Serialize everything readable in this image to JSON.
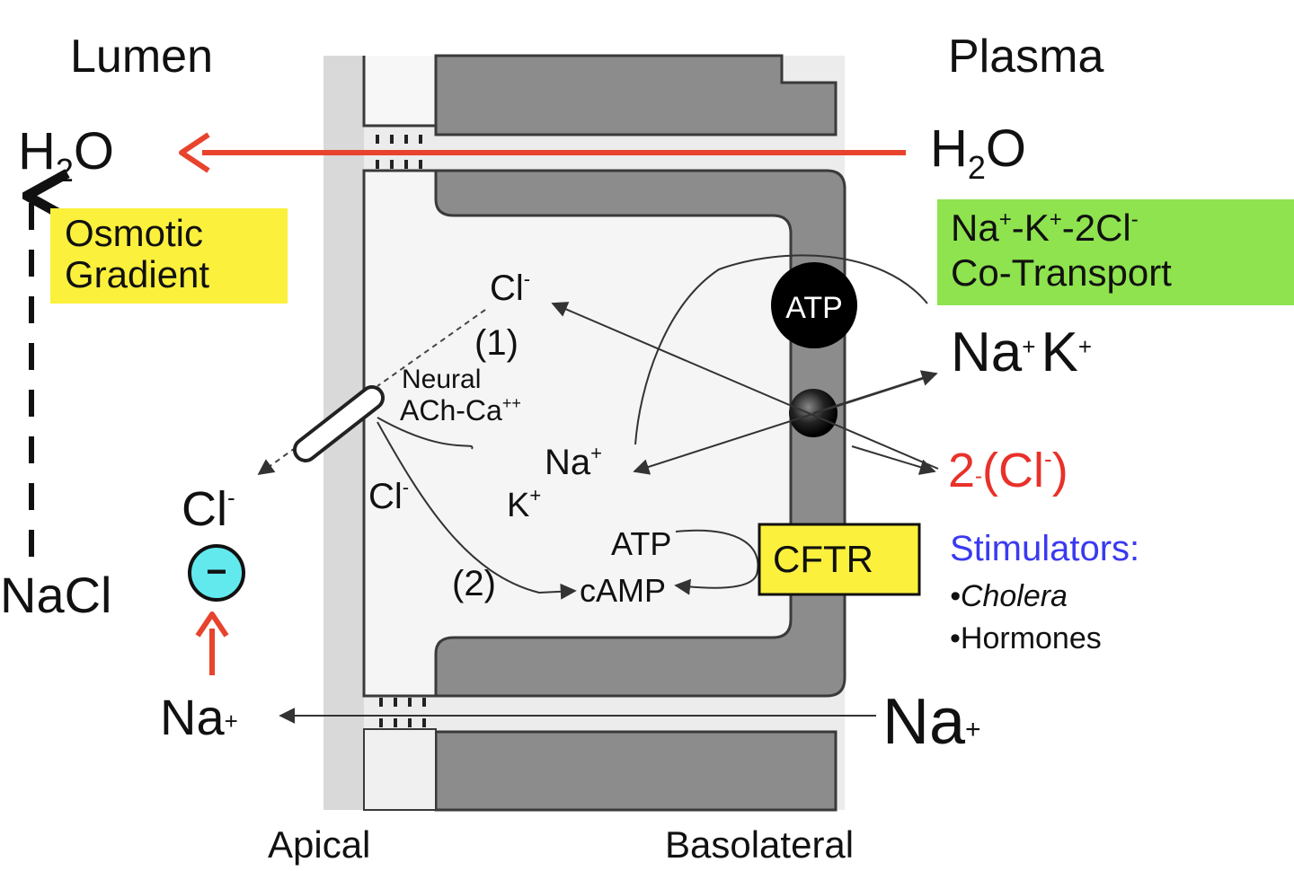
{
  "headings": {
    "lumen": "Lumen",
    "plasma": "Plasma"
  },
  "water": {
    "left_base": "H",
    "left_sub": "2",
    "left_end": "O",
    "right_base": "H",
    "right_sub": "2",
    "right_end": "O"
  },
  "osmotic_box": {
    "line1": "Osmotic",
    "line2": "Gradient",
    "color": "#fbf03c"
  },
  "cotransport_box": {
    "line1_parts": [
      "Na",
      "+",
      "-K",
      "+",
      "-2Cl",
      "-"
    ],
    "line2": "Co-Transport",
    "color": "#8ee34e"
  },
  "basolateral_ions": {
    "na": "Na",
    "na_sup": "+",
    "k": "K",
    "k_sup": "+",
    "cl_prefix": "2",
    "cl_dot": "-",
    "cl_open": "(Cl",
    "cl_sup": "-",
    "cl_close": ")",
    "cl_color": "#e8312a"
  },
  "pump_label": "ATP",
  "cell": {
    "cl_top": "Cl",
    "cl_top_sup": "-",
    "pathway_1": "(1)",
    "pathway_2": "(2)",
    "neural_line1": "Neural",
    "neural_line2": "ACh-Ca",
    "neural_sup": "++",
    "na_inside": "Na",
    "na_inside_sup": "+",
    "k_inside": "K",
    "k_inside_sup": "+",
    "cl_apical": "Cl",
    "cl_apical_sup": "-",
    "atp": "ATP",
    "camp": "cAMP"
  },
  "cftr_box": {
    "label": "CFTR",
    "color": "#fbf03c"
  },
  "stimulators": {
    "title": "Stimulators:",
    "items": [
      "•Cholera",
      "•Hormones"
    ],
    "color": "#3a3af0"
  },
  "lumen_side": {
    "cl": "Cl",
    "cl_sup": "-",
    "anion_symbol": "−",
    "anion_color": "#62e9ee",
    "nacl": "NaCl",
    "na": "Na",
    "na_sup": "+"
  },
  "plasma_na": {
    "na": "Na",
    "na_sup": "+"
  },
  "footer": {
    "apical": "Apical",
    "basolateral": "Basolateral"
  },
  "colors": {
    "flow_arrow": "#e8432d",
    "membrane": "#777777"
  }
}
